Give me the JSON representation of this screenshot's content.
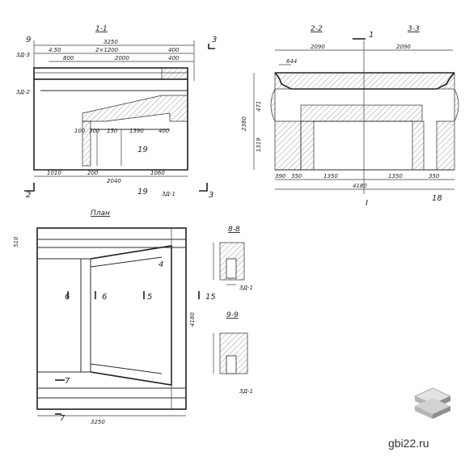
{
  "sections": {
    "s11": {
      "title": "1-1"
    },
    "s22": {
      "title": "2-2"
    },
    "s33": {
      "title": "3-3"
    },
    "plan": {
      "title": "План"
    },
    "s88": {
      "title": "8-8"
    },
    "s99": {
      "title": "9-9"
    }
  },
  "dims": {
    "d3250_top": "3250",
    "d450": "4.50",
    "d2x1200": "2×1200",
    "d400a": "400",
    "d800": "800",
    "d2000": "2000",
    "d400b": "400",
    "d1010": "1010",
    "d200": "200",
    "d2040": "2040",
    "d1060": "1060",
    "d300": "300",
    "d150": "150",
    "d1390": "1390",
    "d400c": "400",
    "d100": "100",
    "d2090a": "2090",
    "d2090b": "2090",
    "d644": "644",
    "d2380": "2380",
    "d471": "471",
    "d1319": "1319",
    "d390": "390",
    "d350a": "350",
    "d1350a": "1350",
    "d1350b": "1350",
    "d350b": "350",
    "d4180": "4180",
    "d510": "510",
    "d4180v": "4180",
    "d3250_plan": "3250"
  },
  "marks": {
    "zd3": "3Д-3",
    "zd2": "3Д-2",
    "zd1a": "3Д-1",
    "zd1b": "3Д-1",
    "zd1c": "3Д-1",
    "m9": "9",
    "m2": "2",
    "m3a": "3",
    "m3b": "3",
    "m1": "1",
    "mI": "I",
    "m18": "18",
    "m19": "19",
    "m6a": "6",
    "m6b": "6",
    "m5": "5",
    "m15": "15",
    "m7a": "7",
    "m7b": "7",
    "m4": "4"
  },
  "brand": {
    "site": "gbi22.ru"
  }
}
